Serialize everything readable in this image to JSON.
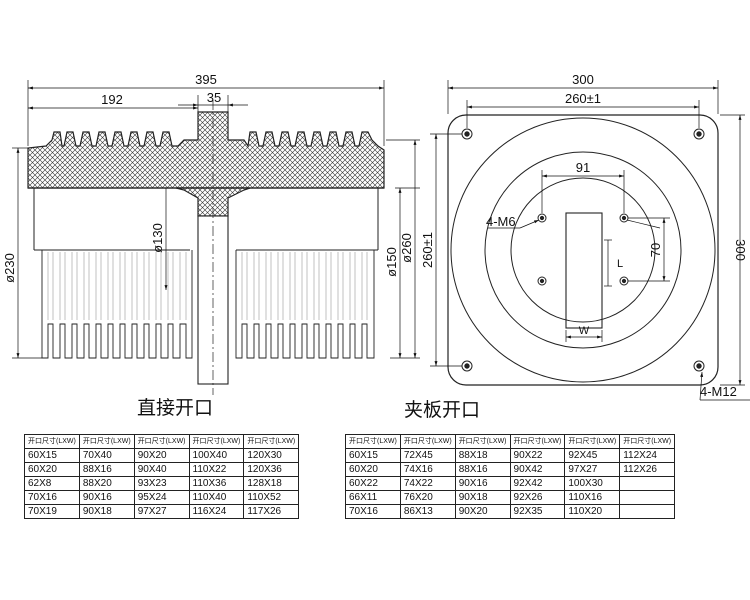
{
  "left_view": {
    "title": "直接开口",
    "dims": {
      "overall_width": "395",
      "half_width": "192",
      "tip_width": "35",
      "dia_230": "ø230",
      "dia_130": "ø130",
      "dia_150": "ø150",
      "dia_260": "ø260"
    }
  },
  "right_view": {
    "title": "夹板开口",
    "dims": {
      "plate_width": "300",
      "hole_pitch": "260±1",
      "opening_width": "91",
      "opening_height": "70",
      "plate_height": "300",
      "hole_pitch_v": "260±1",
      "small_holes": "4-M6",
      "large_holes": "4-M12",
      "w_label": "W",
      "l_label": "L"
    }
  },
  "table_left": {
    "headers": [
      "开口尺寸(LXW)",
      "开口尺寸(LXW)",
      "开口尺寸(LXW)",
      "开口尺寸(LXW)",
      "开口尺寸(LXW)"
    ],
    "rows": [
      [
        "60X15",
        "70X40",
        "90X20",
        "100X40",
        "120X30"
      ],
      [
        "60X20",
        "88X16",
        "90X40",
        "110X22",
        "120X36"
      ],
      [
        "62X8",
        "88X20",
        "93X23",
        "110X36",
        "128X18"
      ],
      [
        "70X16",
        "90X16",
        "95X24",
        "110X40",
        "110X52"
      ],
      [
        "70X19",
        "90X18",
        "97X27",
        "116X24",
        "117X26"
      ]
    ]
  },
  "table_right": {
    "headers": [
      "开口尺寸(LXW)",
      "开口尺寸(LXW)",
      "开口尺寸(LXW)",
      "开口尺寸(LXW)",
      "开口尺寸(LXW)",
      "开口尺寸(LXW)"
    ],
    "rows": [
      [
        "60X15",
        "72X45",
        "88X18",
        "90X22",
        "92X45",
        "112X24"
      ],
      [
        "60X20",
        "74X16",
        "88X16",
        "90X42",
        "97X27",
        "112X26"
      ],
      [
        "60X22",
        "74X22",
        "90X16",
        "92X42",
        "100X30",
        ""
      ],
      [
        "66X11",
        "76X20",
        "90X18",
        "92X26",
        "110X16",
        ""
      ],
      [
        "70X16",
        "86X13",
        "90X20",
        "92X35",
        "110X20",
        ""
      ]
    ]
  }
}
